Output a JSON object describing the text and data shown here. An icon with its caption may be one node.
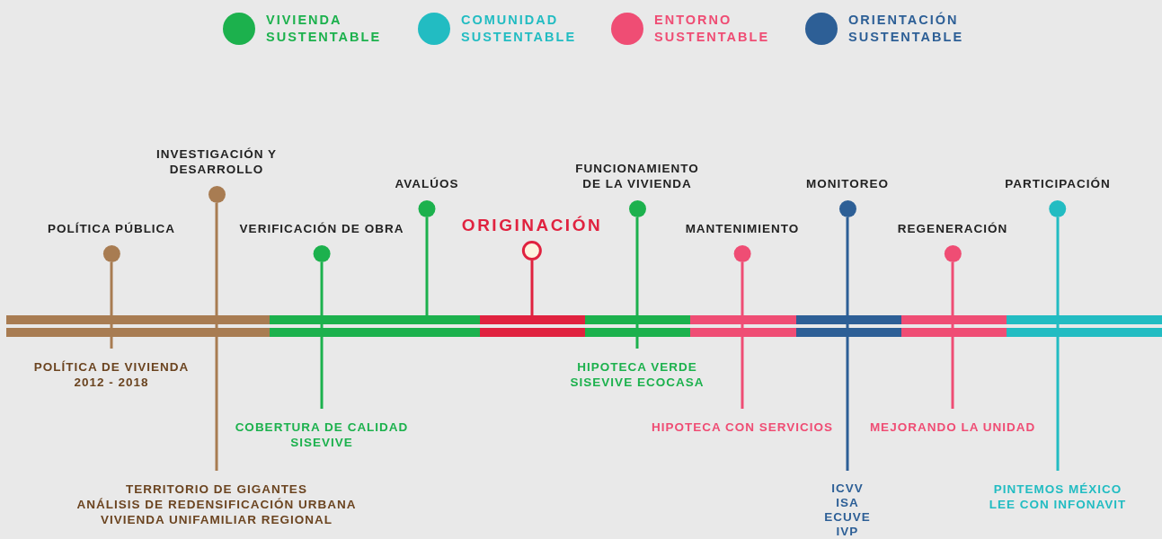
{
  "diagram": {
    "nodes": [
      {
        "text": [
          "POLÍTICA PÚBLICA"
        ]
      },
      {
        "text": [
          "INVESTIGACIÓN Y DESARROLLO"
        ]
      },
      {
        "text": [
          "VERIFICACIÓN DE OBRA"
        ]
      },
      {
        "text": [
          "AVALÚOS"
        ]
      },
      {
        "text": [
          "ORIGINACIÓN"
        ]
      },
      {
        "text": [
          "FUNCIONAMIENTO DE LA VIVIENDA"
        ]
      },
      {
        "text": [
          "MANTENIMIENTO"
        ]
      },
      {
        "text": [
          "MONITOREO"
        ]
      },
      {
        "text": [
          "REGENERACIÓN"
        ]
      },
      {
        "text": [
          "PARTICIPACIÓN"
        ]
      },
      {
        "text": [
          "POLÍTICA DE VIVIENDA 2012 - 2018"
        ]
      },
      {
        "text": [
          "TERRITORIO DE GIGANTES",
          "ANÁLISIS DE REDENSIFICACIÓN URBANA",
          "VIVIENDA UNIFAMILIAR REGIONAL"
        ]
      },
      {
        "text": [
          "COBERTURA DE CALIDAD",
          "SISEVIVE"
        ]
      },
      {
        "text": [
          "HIPOTECA VERDE",
          "SISEVIVE ECOCASA"
        ]
      },
      {
        "text": [
          "HIPOTECA CON SERVICIOS"
        ]
      },
      {
        "text": [
          "ICVV",
          "ISA",
          "ECUVE",
          "IVP"
        ]
      },
      {
        "text": [
          "MEJORANDO LA UNIDAD"
        ]
      },
      {
        "text": [
          "PINTEMOS MÉXICO",
          "LEE CON INFONAVIT"
        ]
      }
    ],
    "edges": [
      {
        "from": 0,
        "to": 10,
        "arrow": "none",
        "color": "#a87c52"
      },
      {
        "from": 1,
        "to": 11,
        "arrow": "none",
        "color": "#a87c52"
      },
      {
        "from": 2,
        "to": 12,
        "arrow": "none",
        "color": "#1cb14d"
      },
      {
        "from": 3,
        "to": null,
        "arrow": "none",
        "color": "#1cb14d"
      },
      {
        "from": 4,
        "to": null,
        "arrow": "none",
        "color": "#e0223f"
      },
      {
        "from": 5,
        "to": 13,
        "arrow": "none",
        "color": "#1cb14d"
      },
      {
        "from": 6,
        "to": 14,
        "arrow": "none",
        "color": "#ef4d74"
      },
      {
        "from": 7,
        "to": 15,
        "arrow": "none",
        "color": "#2d5f96"
      },
      {
        "from": 8,
        "to": 16,
        "arrow": "none",
        "color": "#ef4d74"
      },
      {
        "from": 9,
        "to": 17,
        "arrow": "none",
        "color": "#22bcc2"
      }
    ],
    "legend": [
      {
        "text": "VIVIENDA SUSTENTABLE",
        "color": "#1cb14d"
      },
      {
        "text": "COMUNIDAD SUSTENTABLE",
        "color": "#22bcc2"
      },
      {
        "text": "ENTORNO SUSTENTABLE",
        "color": "#ef4d74"
      },
      {
        "text": "ORIENTACIÓN SUSTENTABLE",
        "color": "#2d5f96"
      }
    ]
  }
}
